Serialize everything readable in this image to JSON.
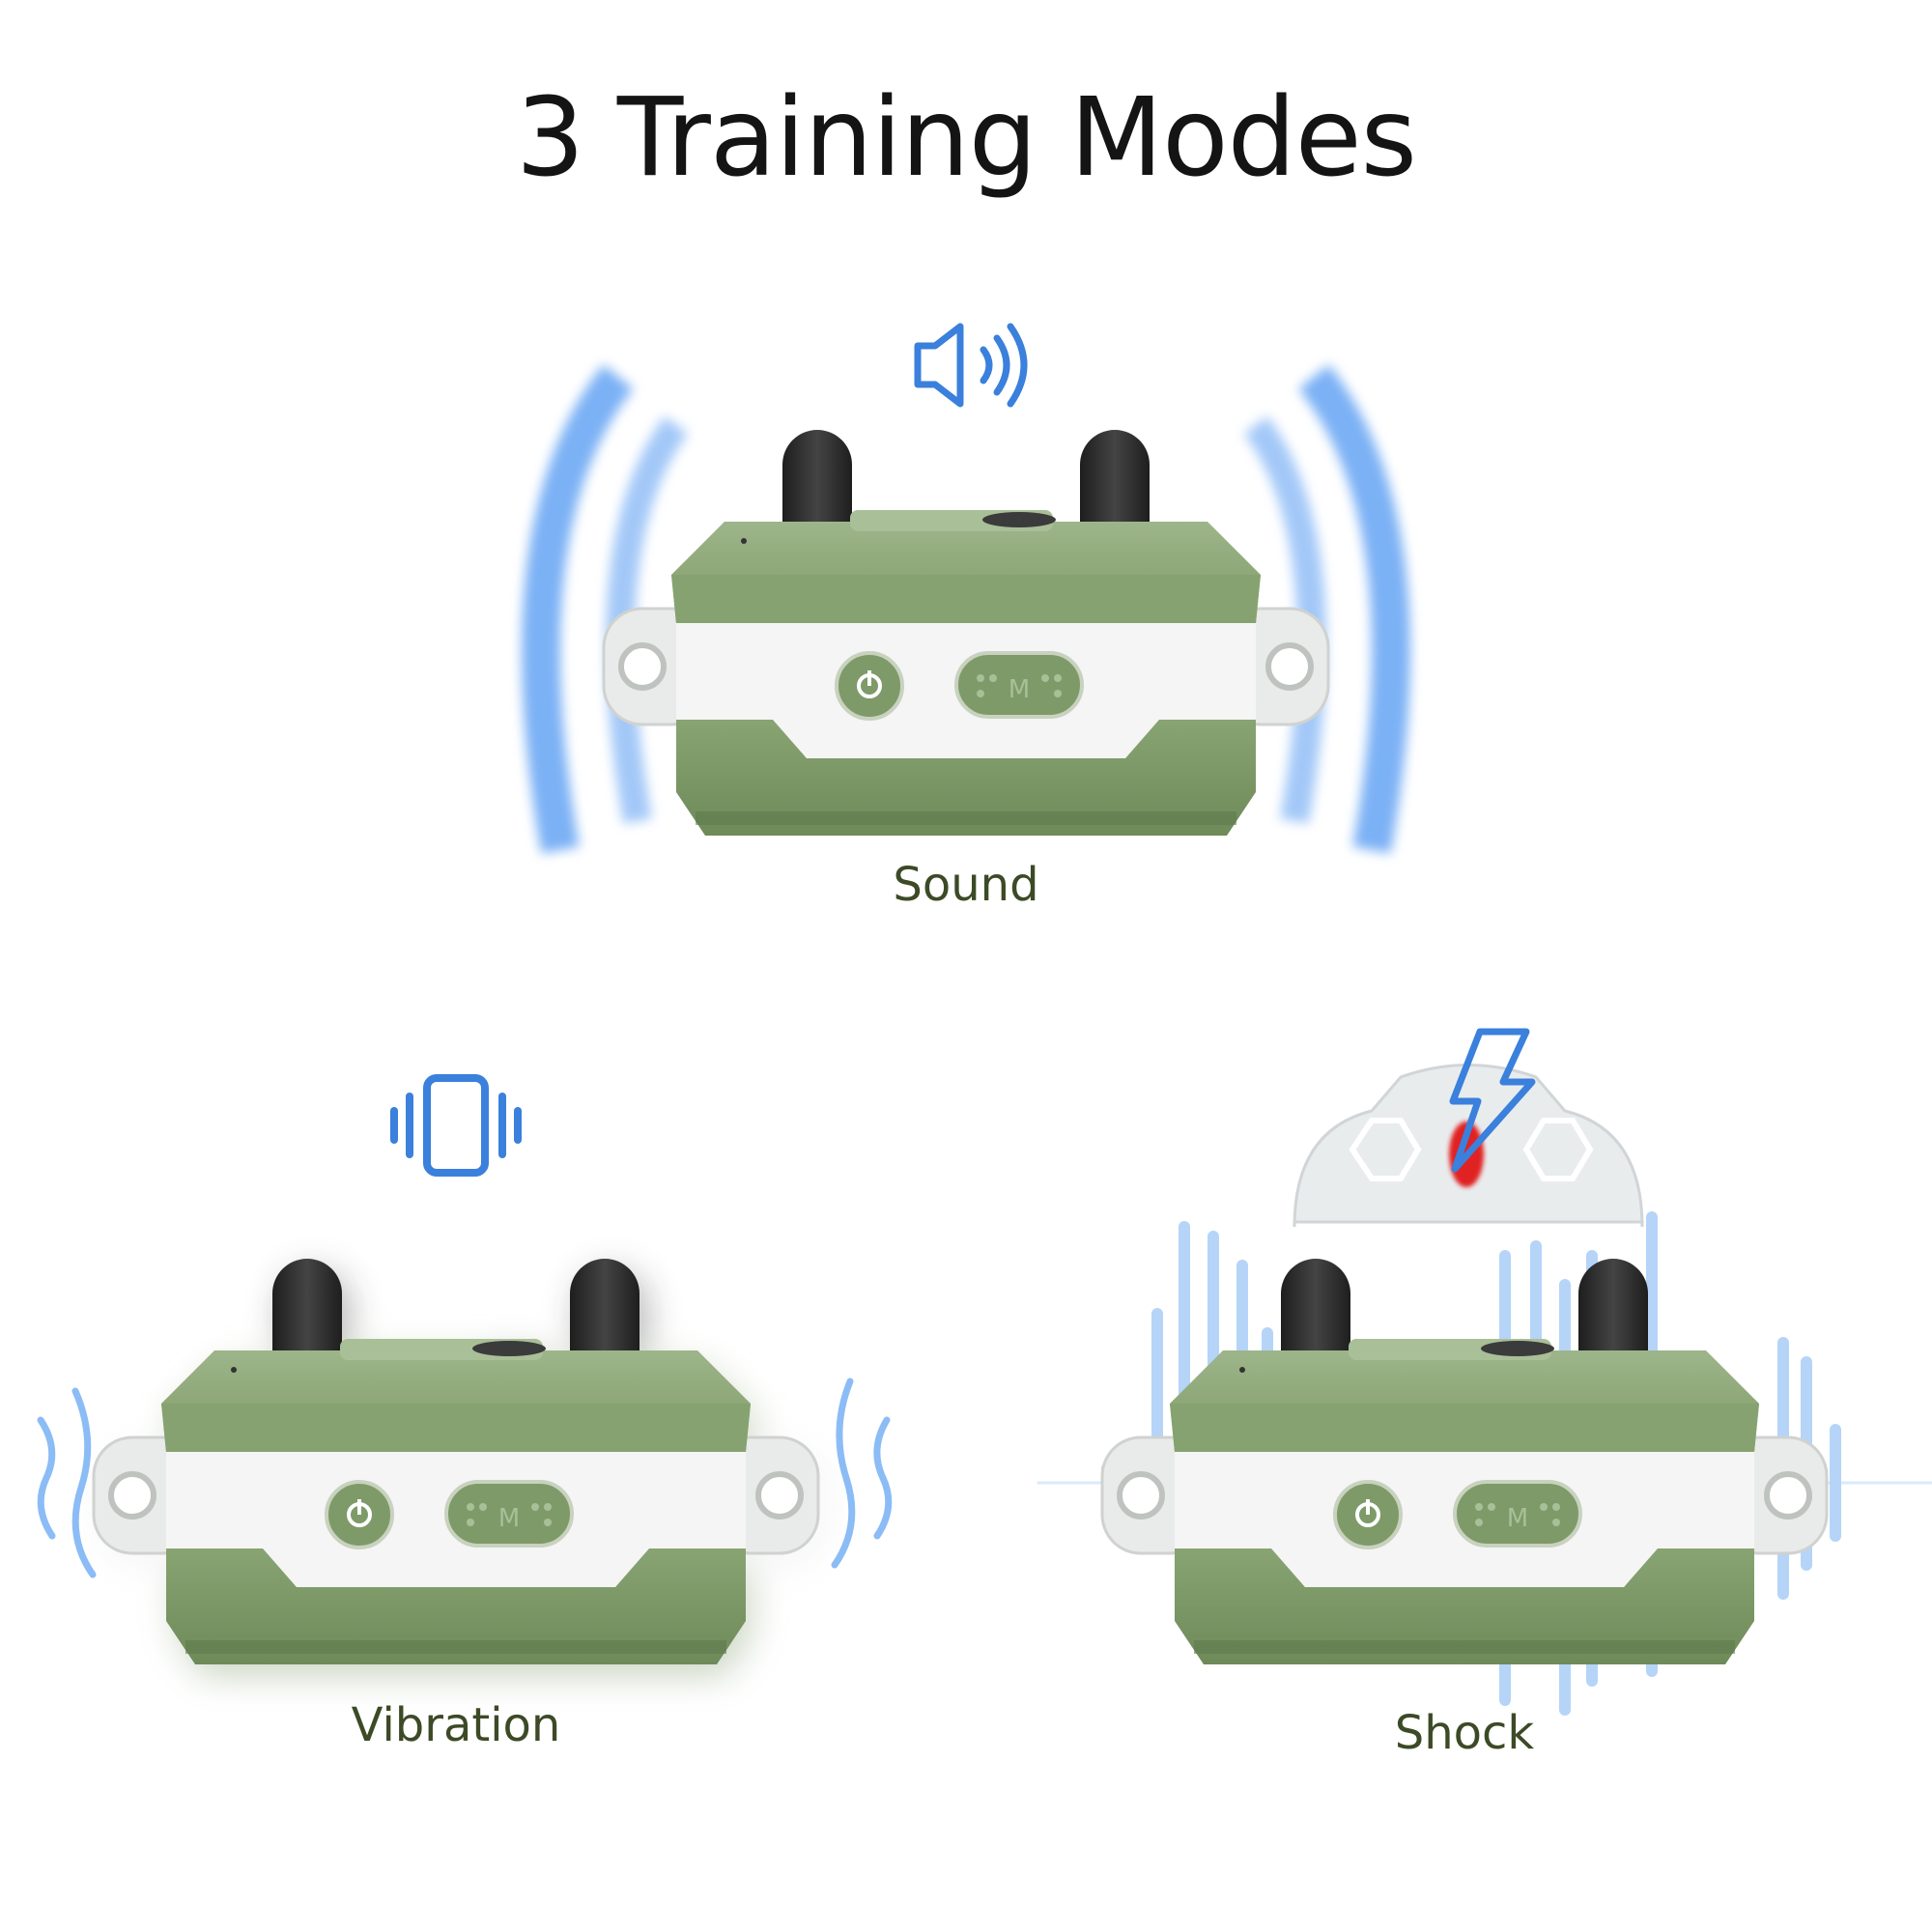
{
  "title": "3 Training Modes",
  "modes": [
    {
      "label": "Sound",
      "icon": "speaker-icon"
    },
    {
      "label": "Vibration",
      "icon": "phone-vibrate-icon"
    },
    {
      "label": "Shock",
      "icon": "lightning-bolt-icon"
    }
  ],
  "colors": {
    "accent_blue": "#3a80dc",
    "device_green": "#7f9b68",
    "label_text": "#3c4a26",
    "antenna": "#2a2a2a"
  }
}
